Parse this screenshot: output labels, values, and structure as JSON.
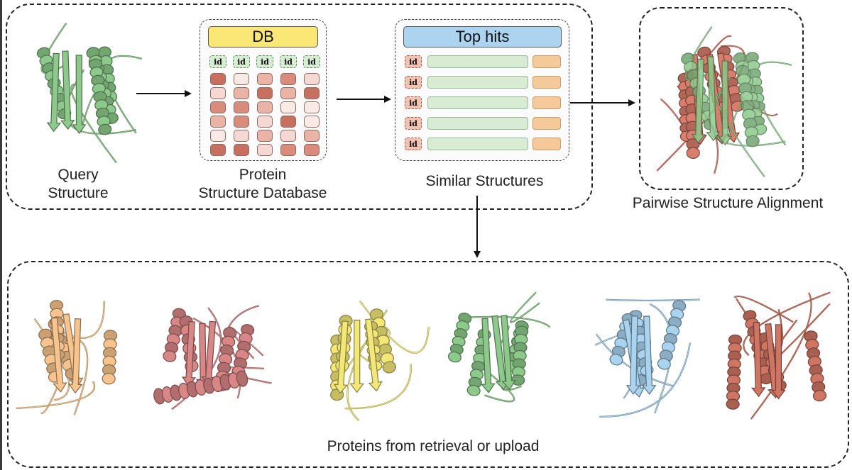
{
  "query": {
    "caption_line1": "Query",
    "caption_line2": "Structure"
  },
  "database": {
    "header": "DB",
    "id_label": "id",
    "caption_line1": "Protein",
    "caption_line2": "Structure Database",
    "cell_colors": [
      "#c8705f",
      "#e9b3a6",
      "#f4d8d1",
      "#faeae6",
      "#d98b7c"
    ]
  },
  "top_hits": {
    "header": "Top  hits",
    "id_label": "id",
    "caption": "Similar Structures"
  },
  "alignment": {
    "caption": "Pairwise Structure Alignment"
  },
  "gallery": {
    "caption": "Proteins from retrieval or upload"
  },
  "colors": {
    "query_green": "#8cc98a",
    "salmon": "#d97e6c",
    "orange": "#f7c48d",
    "rose": "#d98686",
    "yellow": "#f3e778",
    "blue": "#a9d3ef",
    "brick": "#cf7563"
  }
}
